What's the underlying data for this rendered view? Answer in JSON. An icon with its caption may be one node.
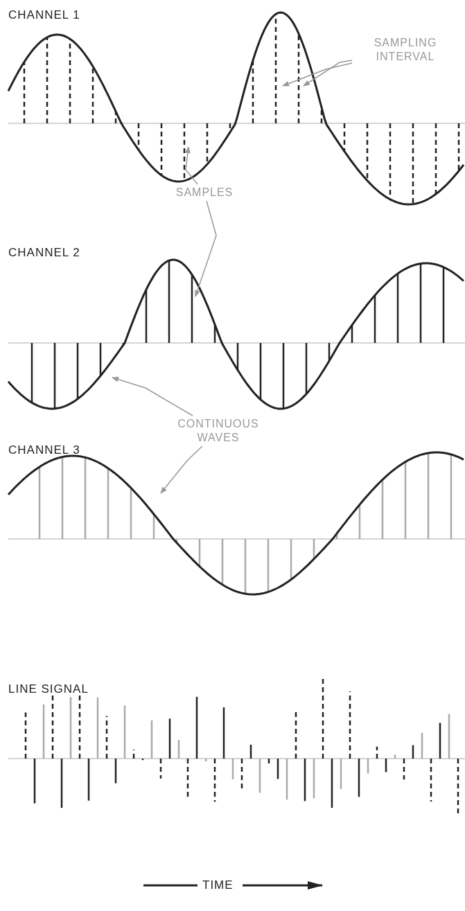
{
  "diagram": {
    "nodes": [
      {
        "text": [
          "SAMPLING INTERVAL"
        ]
      },
      {
        "text": [
          "SAMPLES"
        ]
      },
      {
        "text": [
          "CONTINUOUS WAVES"
        ]
      }
    ],
    "edges": [
      {
        "from": 0,
        "to": null,
        "arrow": "to"
      },
      {
        "from": 0,
        "to": null,
        "arrow": "to"
      },
      {
        "from": 1,
        "to": null,
        "arrow": "to"
      },
      {
        "from": 1,
        "to": null,
        "arrow": "to"
      },
      {
        "from": 2,
        "to": null,
        "arrow": "to"
      },
      {
        "from": 2,
        "to": null,
        "arrow": "to"
      }
    ],
    "labels": [
      "CHANNEL 1",
      "CHANNEL 2",
      "CHANNEL 3",
      "LINE SIGNAL",
      "TIME"
    ]
  }
}
